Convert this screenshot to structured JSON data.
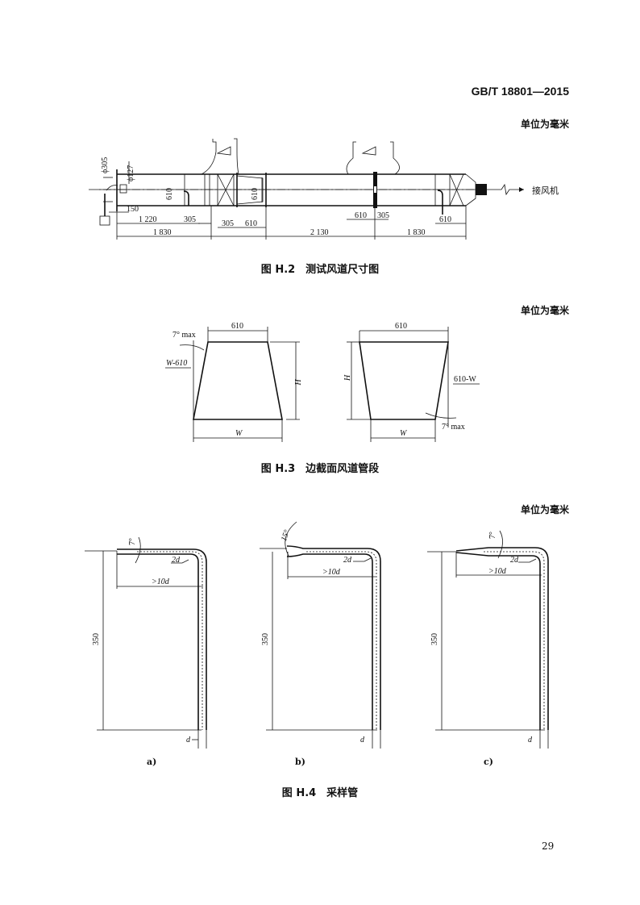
{
  "header": {
    "standard": "GB/T 18801—2015"
  },
  "unit_note": "单位为毫米",
  "figure_h2": {
    "caption": "图 H.2　测试风道尺寸图",
    "labels": {
      "d305": "ϕ305",
      "d127": "ϕ127",
      "h610a": "610",
      "h610b": "610",
      "fan": "接风机"
    },
    "dims": [
      "150",
      "1 220",
      "305",
      "305",
      "610",
      "1 830",
      "610",
      "305",
      "2 130",
      "610",
      "1 830"
    ]
  },
  "figure_h3": {
    "caption": "图 H.3　边截面风道管段",
    "left": {
      "top": "610",
      "angle": "7° max",
      "offset": "W-610",
      "height": "H",
      "bottom": "W"
    },
    "right": {
      "top": "610",
      "angle": "7° max",
      "offset": "610-W",
      "height": "H",
      "bottom": "W"
    }
  },
  "figure_h4": {
    "caption": "图 H.4　采样管",
    "tubes": [
      {
        "sub": "a)",
        "angle": "7°",
        "bend": "2d",
        "length": ">10d",
        "height": "350",
        "dia": "d"
      },
      {
        "sub": "b)",
        "angle": "15°",
        "bend": "2d",
        "length": ">10d",
        "height": "350",
        "dia": "d"
      },
      {
        "sub": "c)",
        "angle": "7°",
        "bend": "2d",
        "length": ">10d",
        "height": "350",
        "dia": "d"
      }
    ]
  },
  "page_number": "29"
}
